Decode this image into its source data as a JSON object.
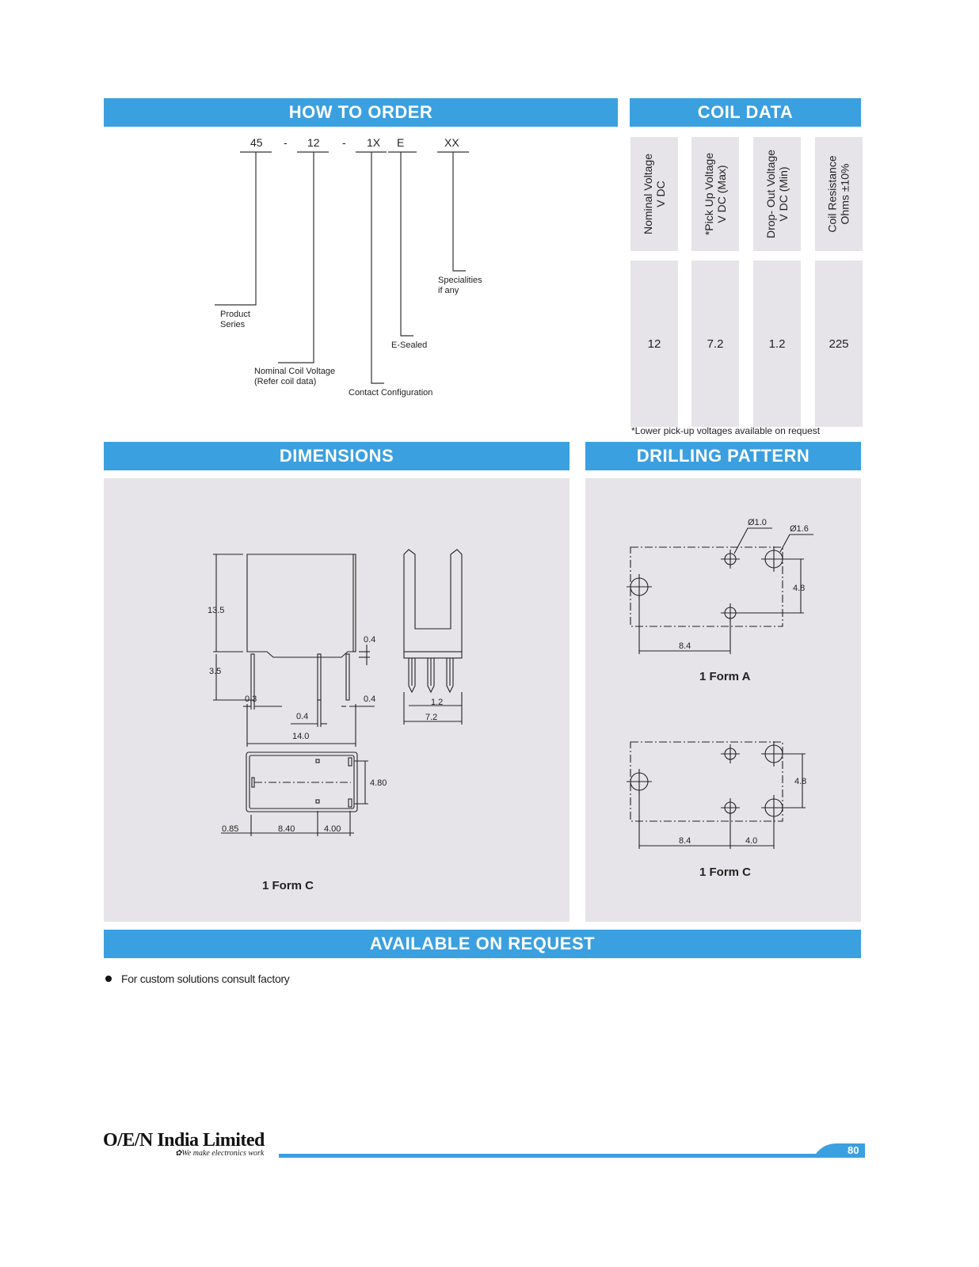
{
  "headers": {
    "how_to_order": "HOW TO ORDER",
    "coil_data": "COIL DATA",
    "dimensions": "DIMENSIONS",
    "drilling_pattern": "DRILLING PATTERN",
    "available_on_request": "AVAILABLE ON REQUEST"
  },
  "order_code": {
    "series": "45",
    "dash1": "-",
    "voltage": "12",
    "dash2": "-",
    "contact": "1X",
    "sealed": "E",
    "special": "XX",
    "labels": {
      "product_series": "Product\nSeries",
      "nominal_coil_voltage": "Nominal Coil Voltage\n(Refer coil data)",
      "contact_configuration": "Contact Configuration",
      "e_sealed": "E-Sealed",
      "specialities": "Specialities\nif any"
    }
  },
  "coil_data": {
    "headers": [
      "Nominal Voltage\nV DC",
      "*Pick Up Voltage\nV DC (Max)",
      "Drop- Out Voltage\nV DC (Min)",
      "Coil Resistance\nOhms ±10%"
    ],
    "values": [
      "12",
      "7.2",
      "1.2",
      "225"
    ],
    "footnote": "*Lower pick-up voltages available on request"
  },
  "dimensions": {
    "labels": {
      "h13_5": "13.5",
      "h3_5": "3.5",
      "d0_4a": "0.4",
      "d0_4b": "0.4",
      "d0_3": "0.3",
      "d0_4c": "0.4",
      "w14_0": "14.0",
      "w1_2": "1.2",
      "w7_2": "7.2",
      "b4_80": "4.80",
      "b0_85": "0.85",
      "b8_40": "8.40",
      "b4_00": "4.00"
    },
    "form_label": "1 Form C"
  },
  "drilling": {
    "form_a": {
      "dia_small": "Ø1.0",
      "dia_large": "Ø1.6",
      "v4_8": "4.8",
      "h8_4": "8.4",
      "label": "1 Form A"
    },
    "form_c": {
      "v4_8": "4.8",
      "h8_4": "8.4",
      "h4_0": "4.0",
      "label": "1 Form C"
    }
  },
  "available": {
    "bullet": "For custom solutions consult factory"
  },
  "footer": {
    "logo": "O/E/N India Limited",
    "tagline": "We make electronics work",
    "page_number": "80"
  }
}
